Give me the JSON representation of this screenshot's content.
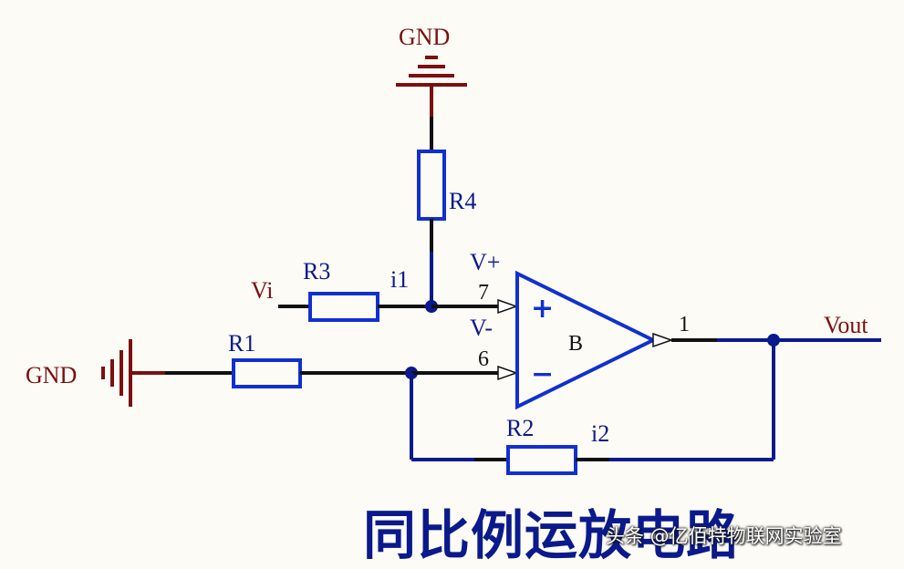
{
  "labels": {
    "gnd_top": "GND",
    "gnd_left": "GND",
    "vi": "Vi",
    "vout": "Vout",
    "r1": "R1",
    "r2": "R2",
    "r3": "R3",
    "r4": "R4",
    "i1": "i1",
    "i2": "i2",
    "v_plus": "V+",
    "v_minus": "V-",
    "pin7": "7",
    "pin6": "6",
    "pin1": "1",
    "plus_sign": "+",
    "minus_sign": "−",
    "opamp": "B"
  },
  "caption": "同比例运放电路",
  "watermark": "头条 @亿佰特物联网实验室",
  "colors": {
    "wire": "#0a1a8c",
    "component": "#1030d0",
    "ground": "#7a1010",
    "pin_wire": "#111111",
    "background": "#fdfbf5"
  }
}
